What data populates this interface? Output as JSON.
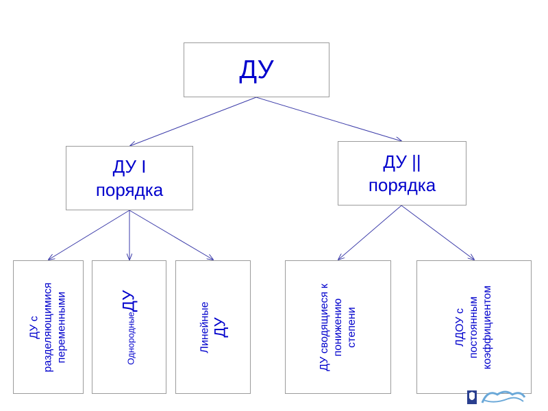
{
  "colors": {
    "text": "#0000cc",
    "edge": "#3a3aa8",
    "border": "#9a9a9a"
  },
  "nodes": {
    "root": "ДУ",
    "order1": [
      "ДУ I",
      "порядка"
    ],
    "order2": [
      "ДУ ||",
      "порядка"
    ],
    "separable": [
      "ДУ с",
      "разделяющимися",
      "переменными"
    ],
    "homogeneous": [
      "Однородные",
      "ДУ"
    ],
    "linear": [
      "Линейные",
      "ДУ"
    ],
    "reducible": [
      "ДУ сводящиеся к",
      "понижению",
      "степени"
    ],
    "constcoef": [
      "ЛДОУ с",
      "постоянным",
      "коэффициентом"
    ]
  },
  "logo_icon": "university-crest-icon"
}
